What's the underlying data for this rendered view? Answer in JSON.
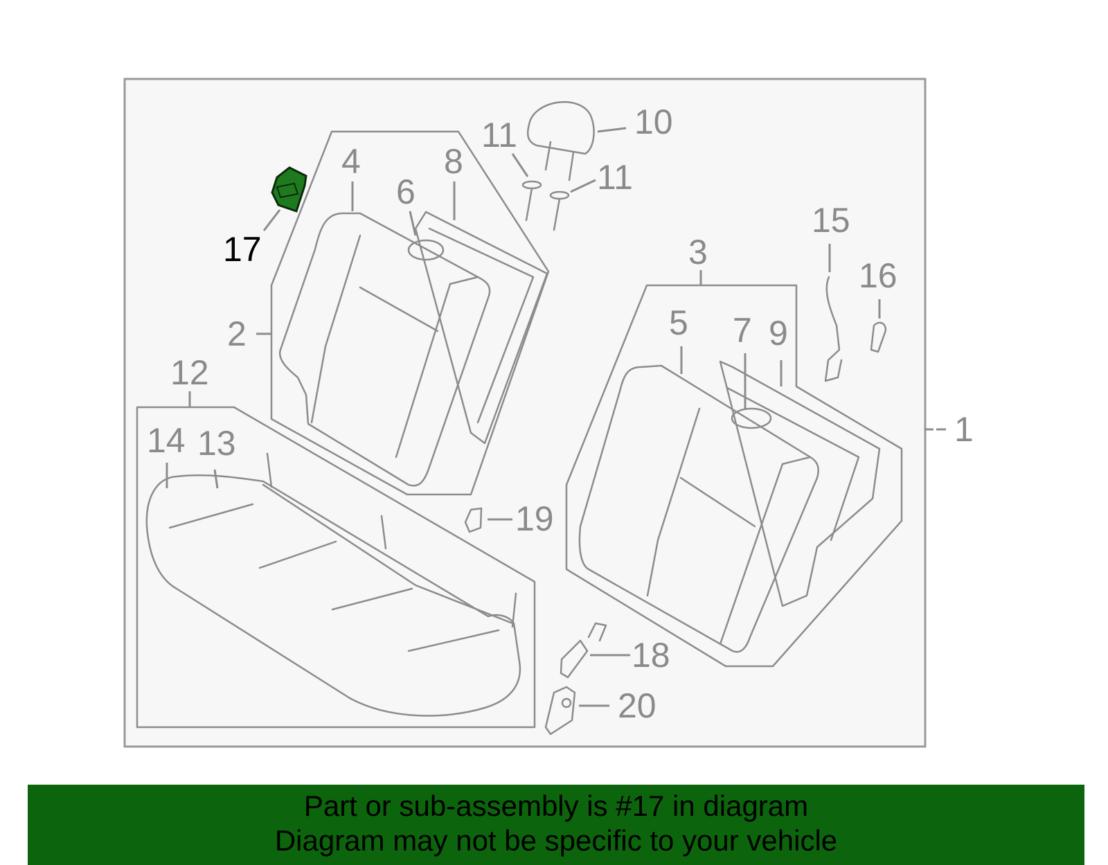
{
  "callouts": {
    "c1": "1",
    "c2": "2",
    "c3": "3",
    "c4": "4",
    "c5": "5",
    "c6": "6",
    "c7": "7",
    "c8": "8",
    "c9": "9",
    "c10": "10",
    "c11a": "11",
    "c11b": "11",
    "c12": "12",
    "c13": "13",
    "c14": "14",
    "c15": "15",
    "c16": "16",
    "c17": "17",
    "c18": "18",
    "c19": "19",
    "c20": "20"
  },
  "highlight": {
    "part": "17",
    "color": "#1f7a1f"
  },
  "colors": {
    "banner": "#0c650c",
    "linework": "#8c8c8c",
    "panel": "#f7f7f7"
  },
  "banner": {
    "line1": "Part or sub-assembly is #17 in diagram",
    "line2": "Diagram may not be specific to your vehicle"
  }
}
